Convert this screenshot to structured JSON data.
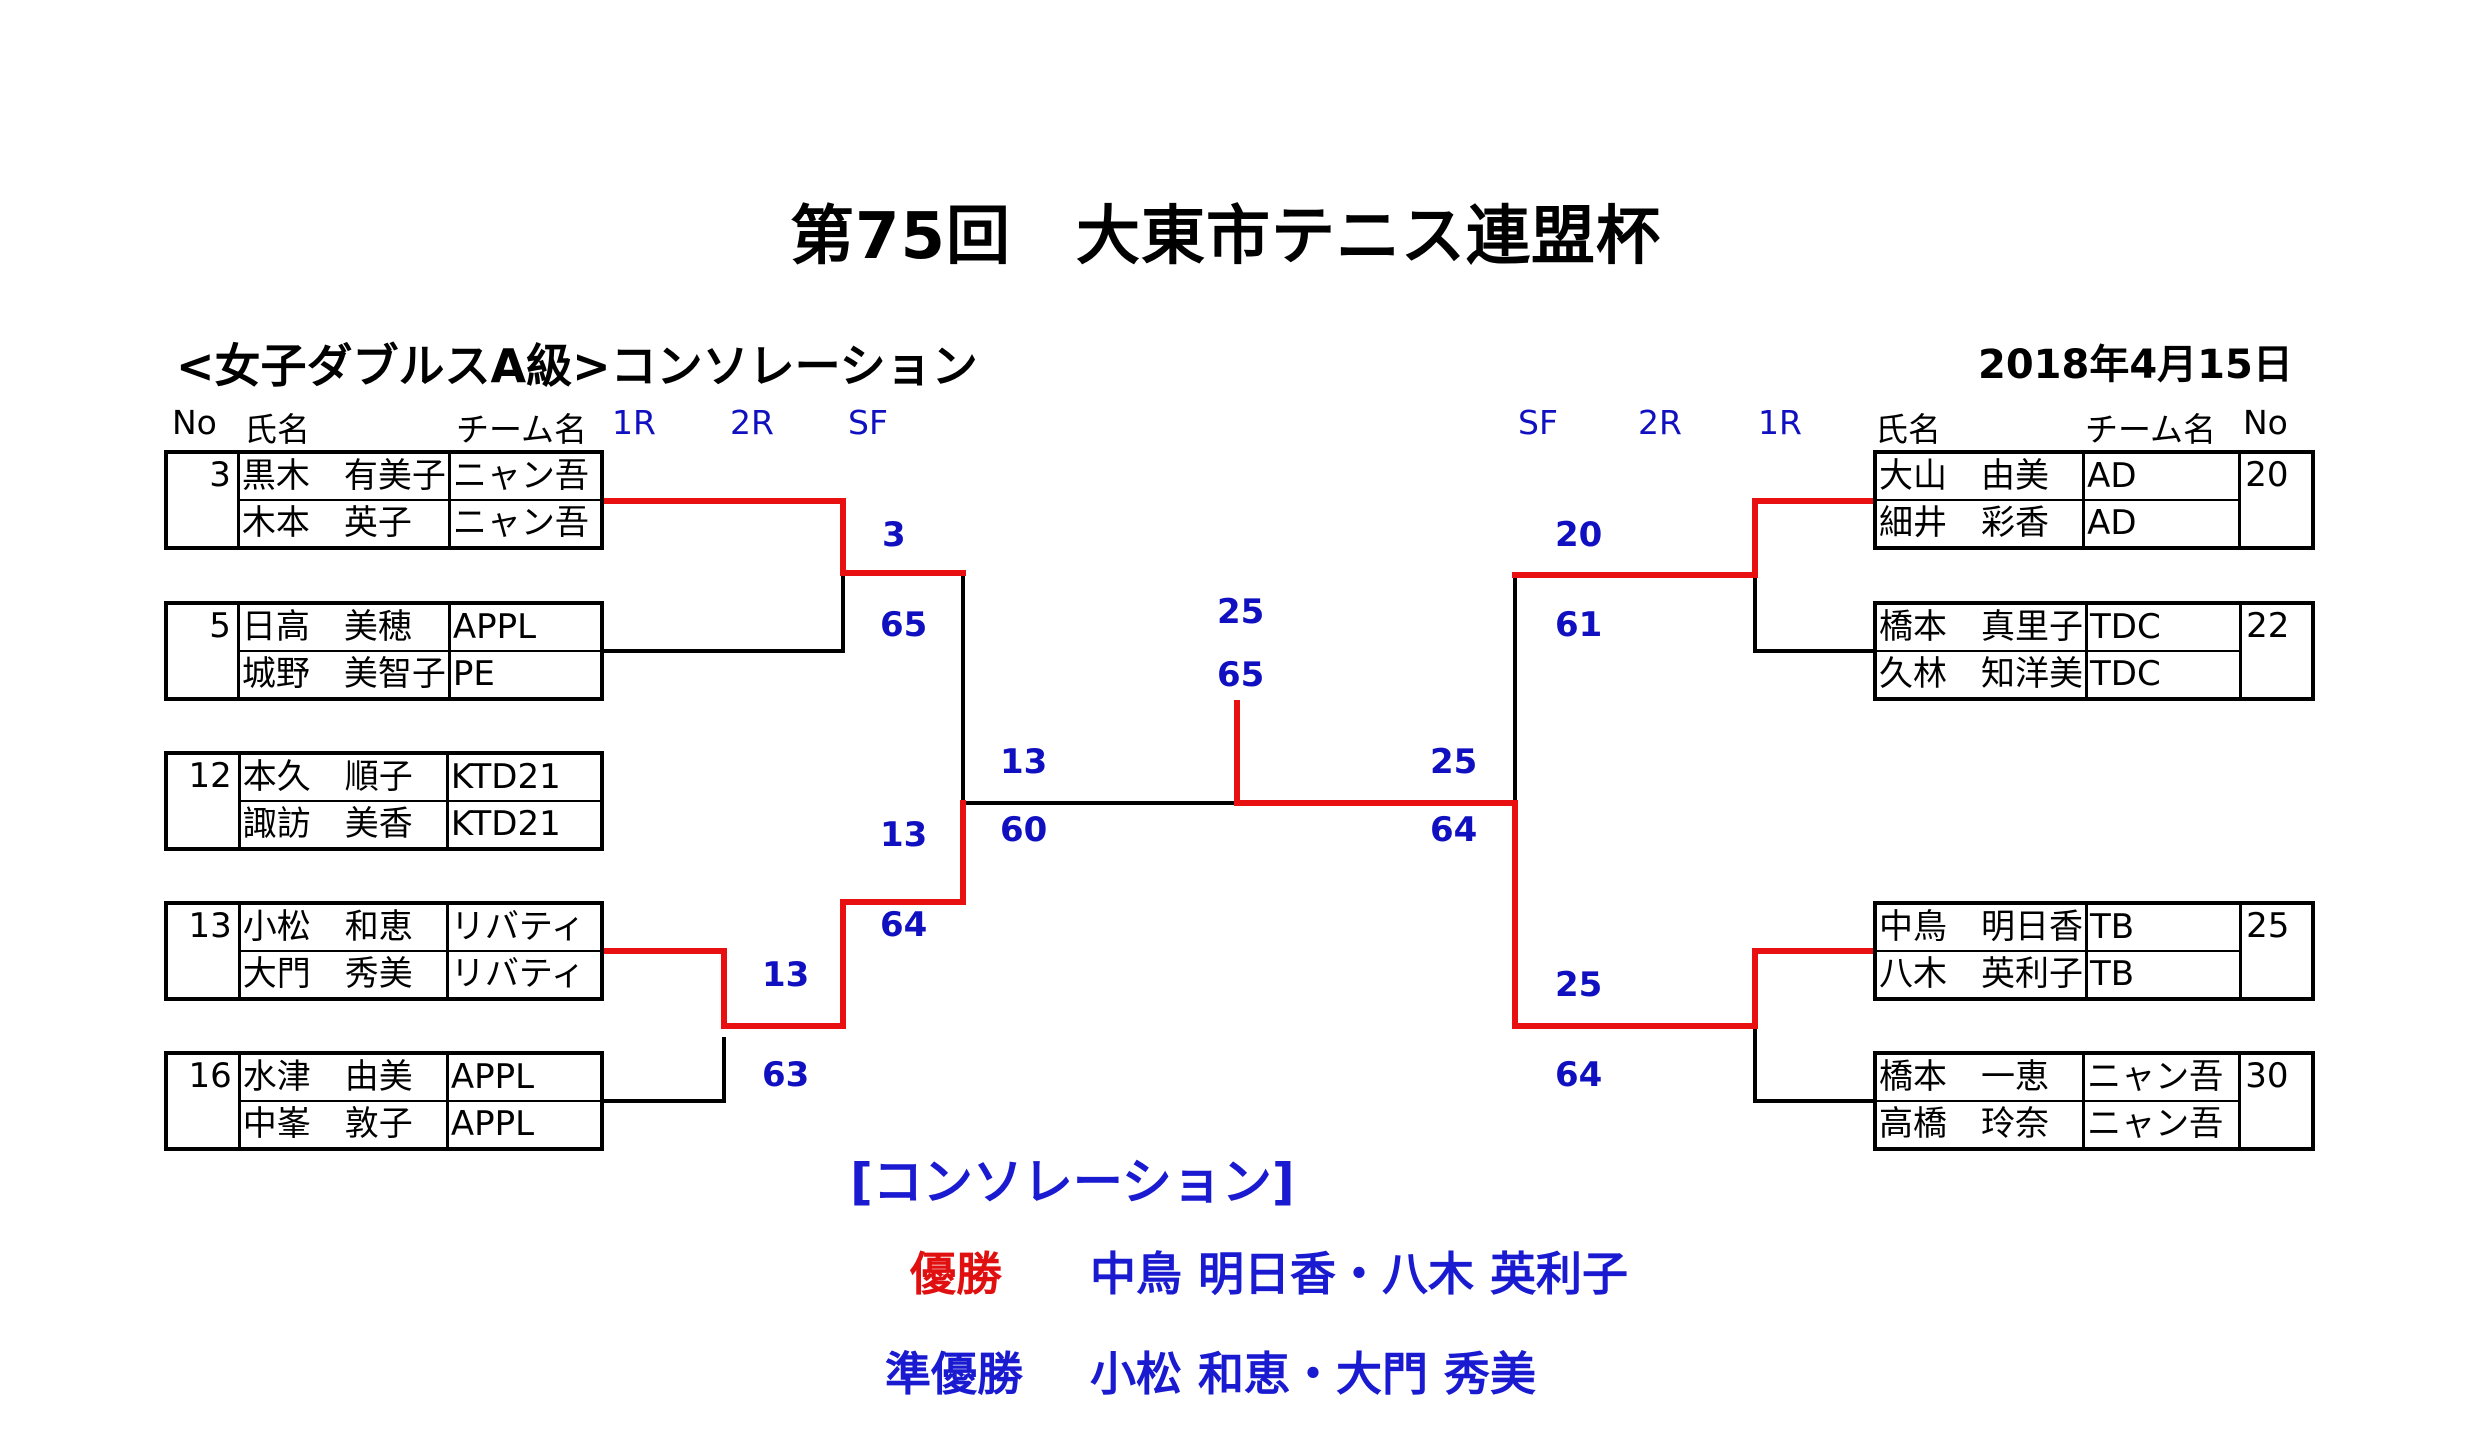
{
  "title": "第75回　大東市テニス連盟杯",
  "subtitle": "<女子ダブルスA級>コンソレーション",
  "date": "2018年4月15日",
  "headers": {
    "no": "No",
    "name": "氏名",
    "team": "チーム名",
    "r1": "1R",
    "r2": "2R",
    "sf": "SF"
  },
  "left_entries": [
    {
      "no": "3",
      "players": [
        {
          "name": "黒木　有美子",
          "team": "ニャン吾"
        },
        {
          "name": "木本　英子",
          "team": "ニャン吾"
        }
      ]
    },
    {
      "no": "5",
      "players": [
        {
          "name": "日高　美穂",
          "team": "APPL"
        },
        {
          "name": "城野　美智子",
          "team": "PE"
        }
      ]
    },
    {
      "no": "12",
      "players": [
        {
          "name": "本久　順子",
          "team": "KTD21"
        },
        {
          "name": "諏訪　美香",
          "team": "KTD21"
        }
      ]
    },
    {
      "no": "13",
      "players": [
        {
          "name": "小松　和恵",
          "team": "リバティ"
        },
        {
          "name": "大門　秀美",
          "team": "リバティ"
        }
      ]
    },
    {
      "no": "16",
      "players": [
        {
          "name": "水津　由美",
          "team": "APPL"
        },
        {
          "name": "中峯　敦子",
          "team": "APPL"
        }
      ]
    }
  ],
  "right_entries": [
    {
      "no": "20",
      "players": [
        {
          "name": "大山　由美",
          "team": "AD"
        },
        {
          "name": "細井　彩香",
          "team": "AD"
        }
      ]
    },
    {
      "no": "22",
      "players": [
        {
          "name": "橋本　真里子",
          "team": "TDC"
        },
        {
          "name": "久林　知洋美",
          "team": "TDC"
        }
      ]
    },
    {
      "no": "25",
      "players": [
        {
          "name": "中鳥　明日香",
          "team": "TB"
        },
        {
          "name": "八木　英利子",
          "team": "TB"
        }
      ]
    },
    {
      "no": "30",
      "players": [
        {
          "name": "橋本　一恵",
          "team": "ニャン吾"
        },
        {
          "name": "高橋　玲奈",
          "team": "ニャン吾"
        }
      ]
    }
  ],
  "scores": {
    "l_r1_winner": "13",
    "l_r1_score": "63",
    "l_r2a_winner": "3",
    "l_r2a_score": "65",
    "l_r2b_winner": "13",
    "l_r2b_score": "64",
    "l_sf_winner": "13",
    "l_sf_score": "60",
    "final_winner": "25",
    "final_score": "65",
    "r_sf_winner": "25",
    "r_sf_score": "64",
    "r_r2a_winner": "20",
    "r_r2a_score": "61",
    "r_r2b_winner": "25",
    "r_r2b_score": "64"
  },
  "results": {
    "heading": "[コンソレーション]",
    "champion_label": "優勝",
    "champion_names": "中鳥 明日香・八木 英利子",
    "runnerup_label": "準優勝",
    "runnerup_names": "小松 和恵・大門 秀美"
  },
  "colors": {
    "winner_line": "#e81010",
    "score_text": "#1010c0"
  }
}
